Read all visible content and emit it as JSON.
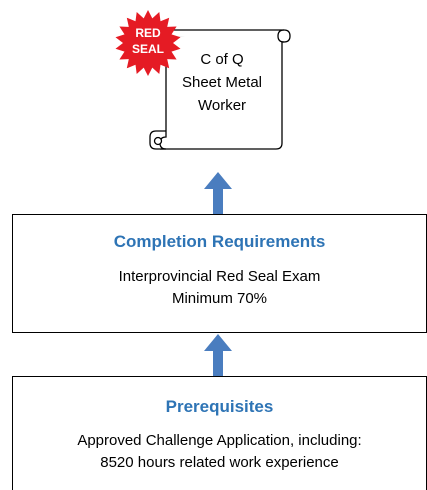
{
  "certificate": {
    "seal_line1": "RED",
    "seal_line2": "SEAL",
    "scroll_line1": "C of Q",
    "scroll_line2": "Sheet Metal",
    "scroll_line3": "Worker",
    "seal_color": "#e51b24",
    "seal_text_color": "#ffffff"
  },
  "completion": {
    "title": "Completion Requirements",
    "line1": "Interprovincial Red Seal Exam",
    "line2": "Minimum 70%"
  },
  "prerequisites": {
    "title": "Prerequisites",
    "line1": "Approved Challenge Application, including:",
    "line2": "8520 hours related work experience"
  },
  "colors": {
    "title": "#2e74b5",
    "arrow": "#4a7dbf"
  }
}
